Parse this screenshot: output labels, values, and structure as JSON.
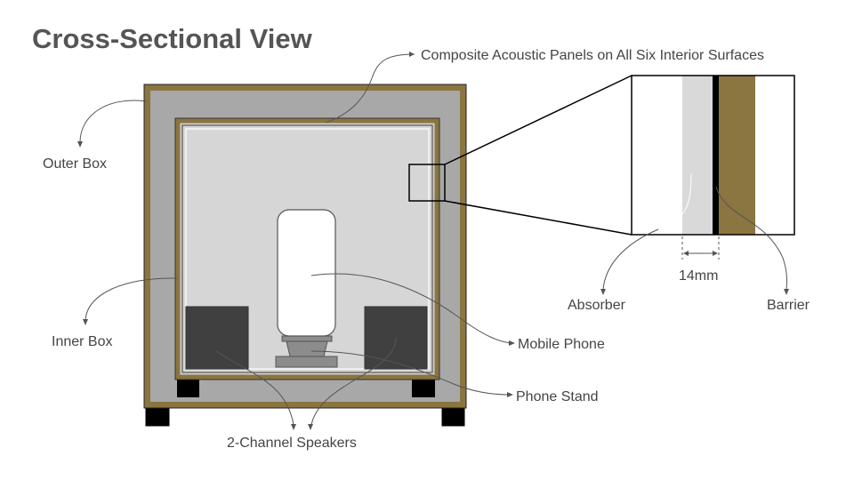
{
  "title": "Cross-Sectional View",
  "labels": {
    "panels": "Composite Acoustic Panels on All Six Interior Surfaces",
    "outer_box": "Outer Box",
    "inner_box": "Inner Box",
    "mobile_phone": "Mobile Phone",
    "phone_stand": "Phone Stand",
    "speakers": "2-Channel Speakers",
    "absorber": "Absorber",
    "barrier": "Barrier",
    "thickness": "14mm"
  },
  "colors": {
    "wood": "#8b7540",
    "outer_fill": "#a8a8a8",
    "panel": "#d3d3d3",
    "interior": "#d6d6d6",
    "speaker": "#404040",
    "phone": "#ffffff",
    "stand": "#8c8c8c",
    "feet": "#000000",
    "absorber": "#d9d9d9",
    "barrier": "#000000"
  }
}
